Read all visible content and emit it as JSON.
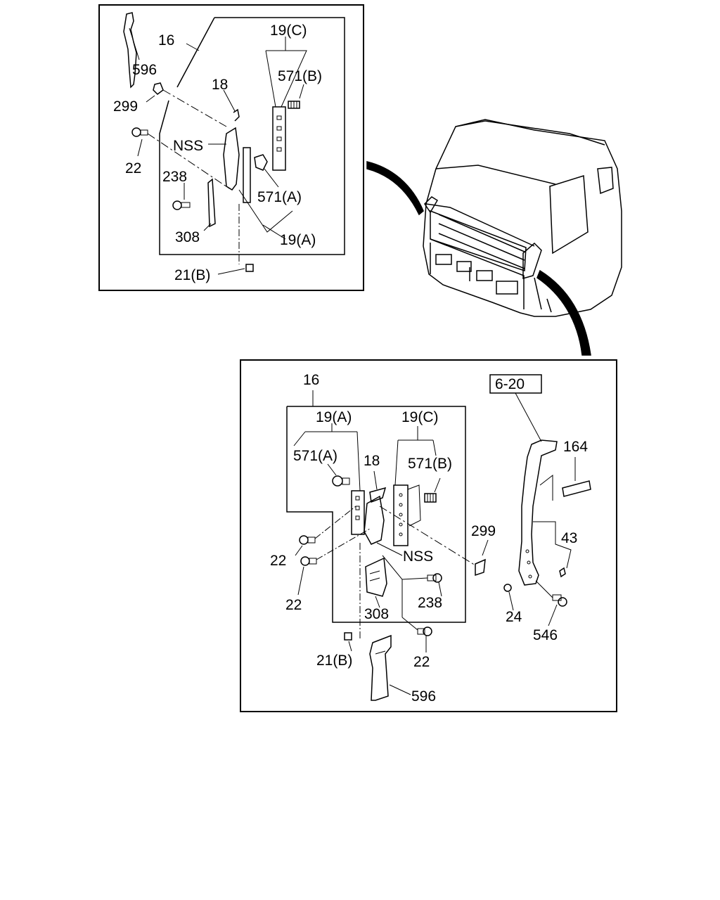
{
  "diagram": {
    "upper_panel": {
      "group_label": "16",
      "labels": {
        "p596": "596",
        "p299": "299",
        "p18": "18",
        "p19c": "19(C)",
        "p571b": "571(B)",
        "pnss": "NSS",
        "p22": "22",
        "p238": "238",
        "p571a": "571(A)",
        "p308": "308",
        "p19a": "19(A)",
        "p21b": "21(B)"
      }
    },
    "lower_panel": {
      "group_label": "16",
      "ref_box": "6-20",
      "labels": {
        "p19a": "19(A)",
        "p19c": "19(C)",
        "p571a": "571(A)",
        "p18": "18",
        "p571b": "571(B)",
        "p164": "164",
        "p299": "299",
        "p43": "43",
        "p22a": "22",
        "p22b": "22",
        "pnss": "NSS",
        "p238": "238",
        "p308": "308",
        "p24": "24",
        "p546": "546",
        "p21b": "21(B)",
        "p22c": "22",
        "p596": "596"
      }
    },
    "colors": {
      "line": "#000000",
      "background": "#ffffff"
    }
  }
}
